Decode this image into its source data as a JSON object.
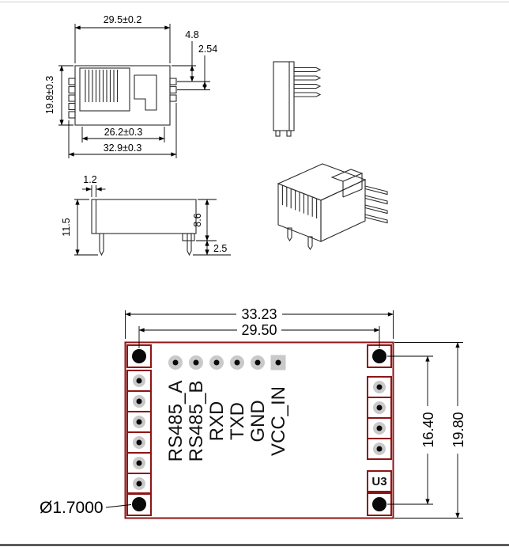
{
  "front_view": {
    "dim_top_width": "29.5±0.2",
    "dim_pin_offset": "4.8",
    "dim_pin_pitch": "2.54",
    "dim_height": "19.8±0.3",
    "dim_inner_width": "26.2±0.3",
    "dim_outer_width": "32.9±0.3"
  },
  "profile_view": {
    "dim_wall": "1.2",
    "dim_total_height": "11.5",
    "dim_body_height": "8.6",
    "dim_pin_length": "2.5"
  },
  "footprint": {
    "dim_outer_width": "33.23",
    "dim_hole_span": "29.50",
    "dim_pad_span": "16.40",
    "dim_outer_height": "19.80",
    "hole_diameter": "Ø1.7000",
    "designator": "U3",
    "pin_labels": [
      "RS485_A",
      "RS485_B",
      "RXD",
      "TXD",
      "GND",
      "VCC_IN"
    ],
    "colors": {
      "outline": "#8e1515",
      "pad": "#c9c9c9",
      "hole": "#0a0a0a"
    }
  }
}
